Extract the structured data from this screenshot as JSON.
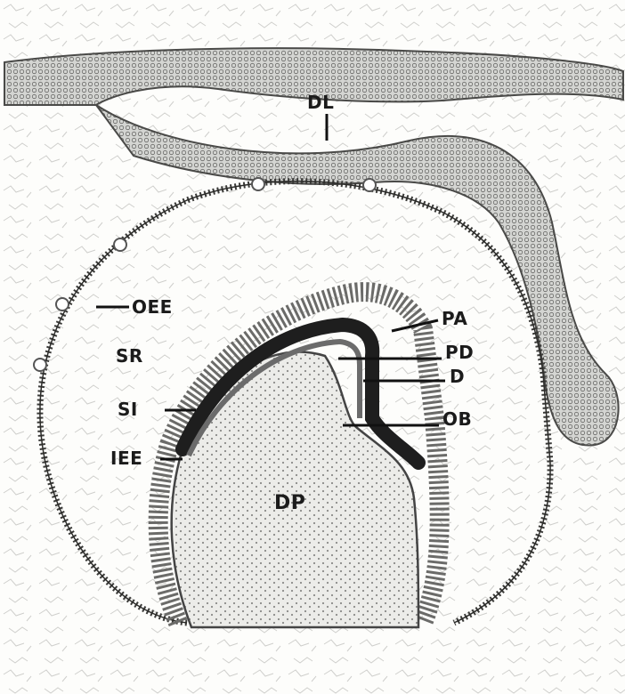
{
  "labels": {
    "dl": "DL",
    "oee": "OEE",
    "sr": "SR",
    "si": "SI",
    "iee": "IEE",
    "pa": "PA",
    "pd": "PD",
    "d": "D",
    "ob": "OB",
    "dp": "DP"
  },
  "colors": {
    "ink": "#1b1b1b",
    "dental_lamina_fill": "#c9cac7",
    "papilla_fill": "#e4e4e1",
    "dentin_dark": "#1e1e1e",
    "predentin": "#5a5a5a",
    "background": "#fdfdfb"
  }
}
